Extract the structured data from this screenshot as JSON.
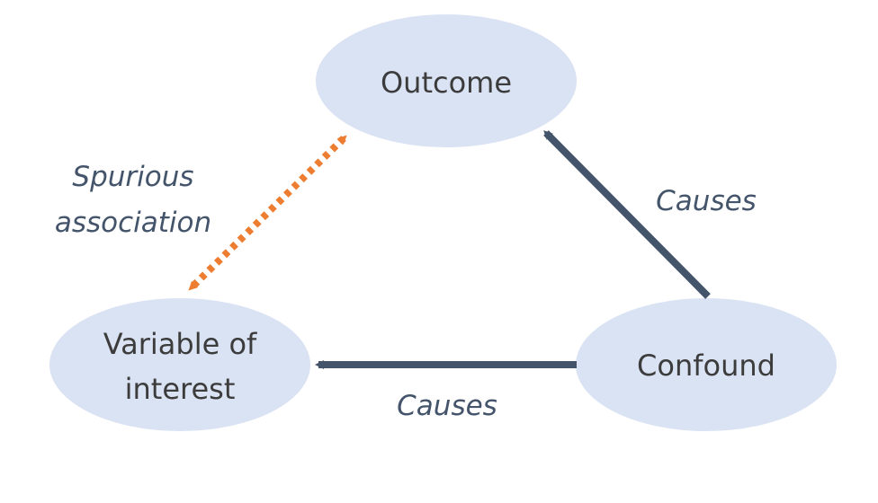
{
  "nodes": {
    "outcome": {
      "label": "Outcome"
    },
    "variable": {
      "label_line1": "Variable of",
      "label_line2": "interest"
    },
    "confound": {
      "label": "Confound"
    }
  },
  "edges": {
    "spurious": {
      "label_line1": "Spurious",
      "label_line2": "association"
    },
    "confound_to_outcome": {
      "label": "Causes"
    },
    "confound_to_variable": {
      "label": "Causes"
    }
  },
  "colors": {
    "node_fill": "#dae3f3",
    "causal_arrow": "#44546a",
    "spurious_arrow": "#ed7d31",
    "text": "#3c3c3c",
    "edge_text": "#44546a"
  }
}
